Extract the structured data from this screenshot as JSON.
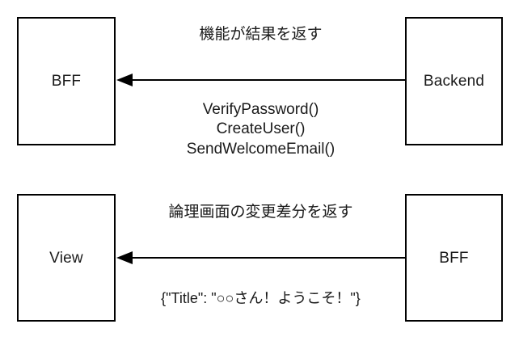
{
  "diagram": {
    "type": "flow-diagram",
    "background_color": "#ffffff",
    "stroke_color": "#000000",
    "text_color": "#1a1a1a",
    "nodes": [
      {
        "id": "bff-top",
        "label": "BFF"
      },
      {
        "id": "backend",
        "label": "Backend"
      },
      {
        "id": "view",
        "label": "View"
      },
      {
        "id": "bff-bottom",
        "label": "BFF"
      }
    ],
    "edges": [
      {
        "id": "backend-to-bff",
        "from": "backend",
        "to": "bff-top",
        "direction": "right-to-left",
        "label": "機能が結果を返す",
        "detail_lines": [
          "VerifyPassword()",
          "CreateUser()",
          "SendWelcomeEmail()"
        ]
      },
      {
        "id": "bff-to-view",
        "from": "bff-bottom",
        "to": "view",
        "direction": "right-to-left",
        "label": "論理画面の変更差分を返す",
        "payload": "{\"Title\": \"○○さん！ようこそ！\"}"
      }
    ]
  }
}
